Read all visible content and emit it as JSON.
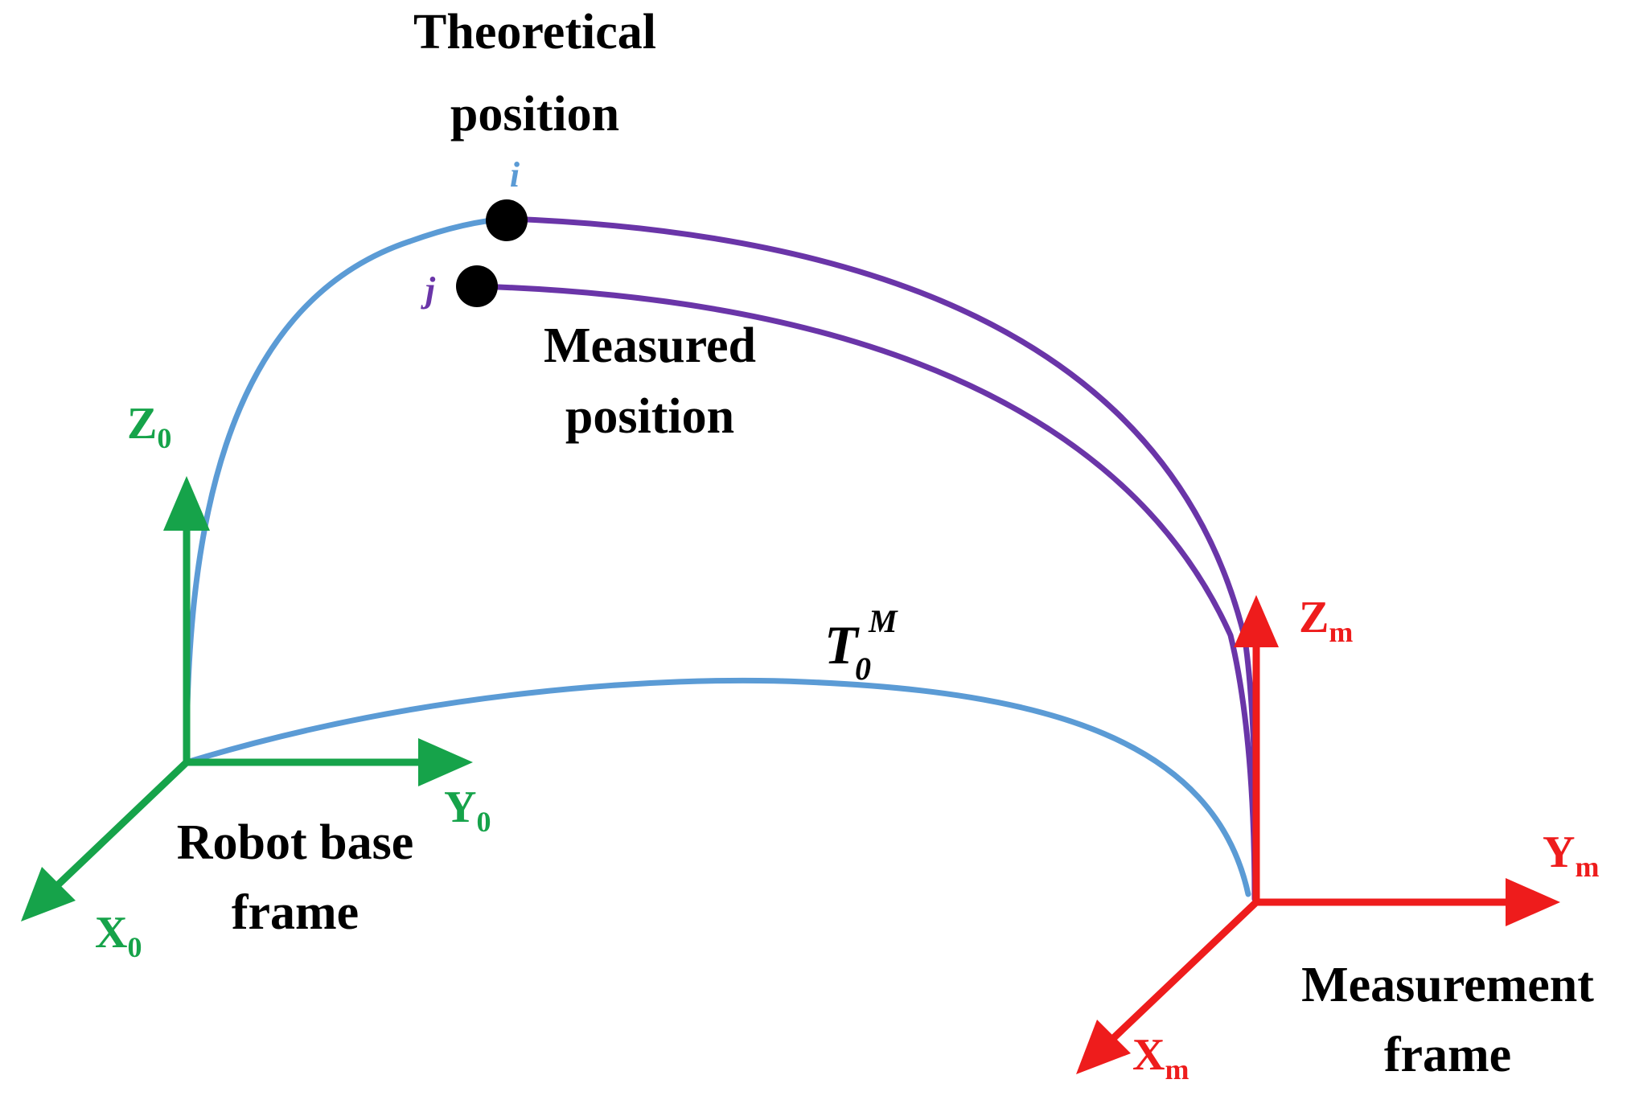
{
  "colors": {
    "base_frame": "#16a34a",
    "measurement_frame": "#ee1c1c",
    "theoretical_path": "#5b9bd5",
    "measured_path": "#6a35a8",
    "text": "#000000",
    "point": "#000000"
  },
  "labels": {
    "theoretical_line1": "Theoretical",
    "theoretical_line2": "position",
    "measured_line1": "Measured",
    "measured_line2": "position",
    "base_line1": "Robot base",
    "base_line2": "frame",
    "meas_line1": "Measurement",
    "meas_line2": "frame",
    "point_i": "i",
    "point_j": "j",
    "transform_main": "T",
    "transform_sub": "0",
    "transform_sup": "M"
  },
  "axes": {
    "base": {
      "z_letter": "Z",
      "z_sub": "0",
      "y_letter": "Y",
      "y_sub": "0",
      "x_letter": "X",
      "x_sub": "0"
    },
    "measurement": {
      "z_letter": "Z",
      "z_sub": "m",
      "y_letter": "Y",
      "y_sub": "m",
      "x_letter": "X",
      "x_sub": "m"
    }
  },
  "icons": {
    "point_marker": "filled-circle",
    "axis_arrow": "arrowhead"
  }
}
